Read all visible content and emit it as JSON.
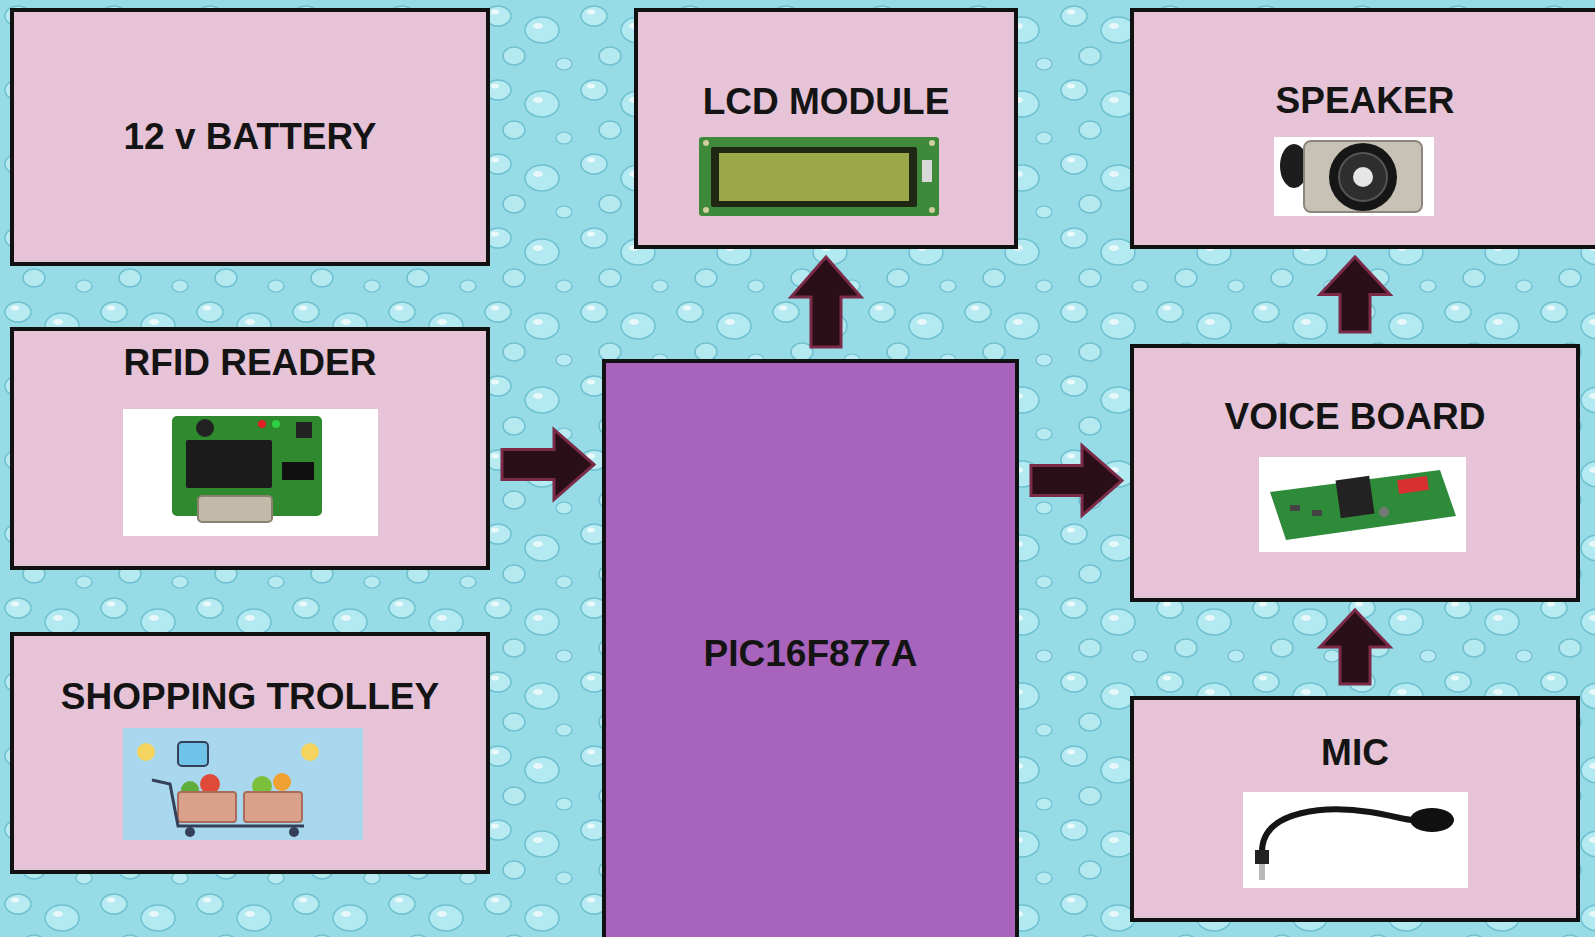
{
  "diagram": {
    "nodes": [
      {
        "text": [
          "12 v BATTERY"
        ]
      },
      {
        "text": [
          "LCD MODULE"
        ]
      },
      {
        "text": [
          "SPEAKER"
        ]
      },
      {
        "text": [
          "RFID READER"
        ]
      },
      {
        "text": [
          "PIC16F877A"
        ]
      },
      {
        "text": [
          "VOICE BOARD"
        ]
      },
      {
        "text": [
          "SHOPPING TROLLEY"
        ]
      },
      {
        "text": [
          "MIC"
        ]
      }
    ],
    "edges": [
      {
        "from": 3,
        "to": 4,
        "arrow": "to"
      },
      {
        "from": 4,
        "to": 1,
        "arrow": "to"
      },
      {
        "from": 4,
        "to": 5,
        "arrow": "to"
      },
      {
        "from": 5,
        "to": 2,
        "arrow": "to"
      },
      {
        "from": 7,
        "to": 5,
        "arrow": "to"
      }
    ]
  }
}
